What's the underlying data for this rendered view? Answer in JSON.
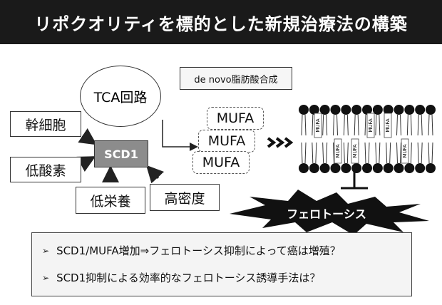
{
  "title": "リポクオリティを標的とした新規治療法の構築",
  "diagram": {
    "de_novo": "de novo脂肪酸合成",
    "tca": "TCA回路",
    "scd1": "SCD1",
    "factors": {
      "stem_cell": "幹細胞",
      "hypoxia": "低酸素",
      "low_nutrition": "低栄養",
      "high_density": "高密度"
    },
    "mufa": [
      "MUFA",
      "MUFA",
      "MUFA"
    ],
    "membrane_mufa_label": "MUFA",
    "ferroptosis": "フェロトーシス"
  },
  "bullets": [
    "SCD1/MUFA増加⇒フェロトーシス抑制によって癌は増殖？",
    "SCD1抑制による効率的なフェロトーシス誘導手法は？"
  ],
  "bullet_symbol": "➢",
  "colors": {
    "title_bg": "#1a1a1a",
    "scd1_fill": "#8c8c8c"
  }
}
